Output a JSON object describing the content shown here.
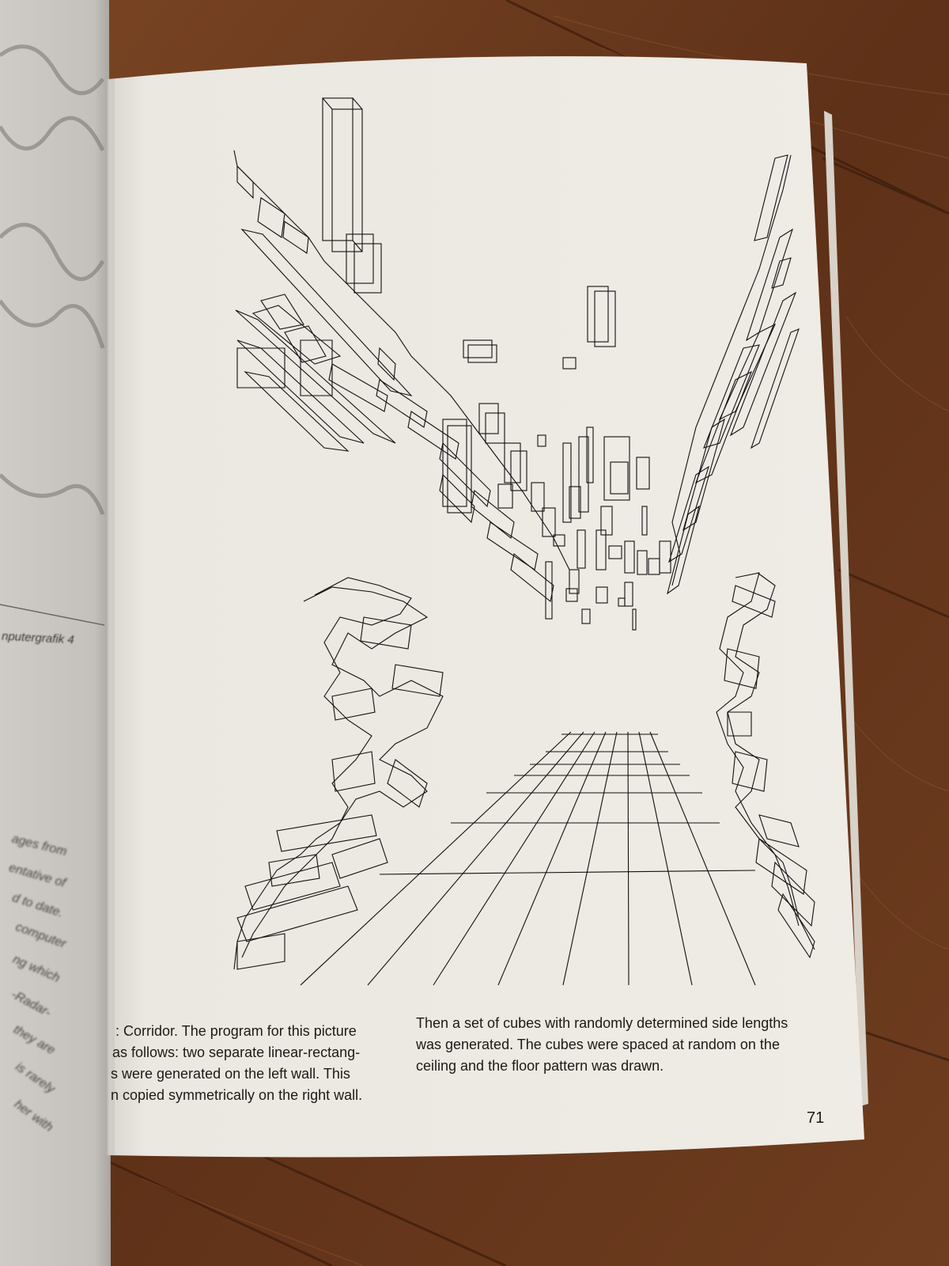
{
  "caption_left": [
    ": Corridor. The program for this picture",
    "as follows: two separate linear-rectang-",
    "s were generated on the left wall. This",
    "n copied symmetrically on the right wall."
  ],
  "caption_right": [
    "Then a set of cubes with randomly determined side lengths",
    "was generated. The cubes were spaced at random on the",
    "ceiling and the floor pattern was drawn."
  ],
  "page_number": "71",
  "left_page": {
    "heading_fragment": "nputergrafik 4",
    "column_fragments": [
      "ages from",
      "entative of",
      "d to date.",
      "computer",
      "ng which",
      "-Radar-",
      "they are",
      "is rarely",
      "her with"
    ]
  },
  "colors": {
    "wood": "#6b3a1c",
    "page": "#ece8e1",
    "ink": "#1d1a17"
  }
}
